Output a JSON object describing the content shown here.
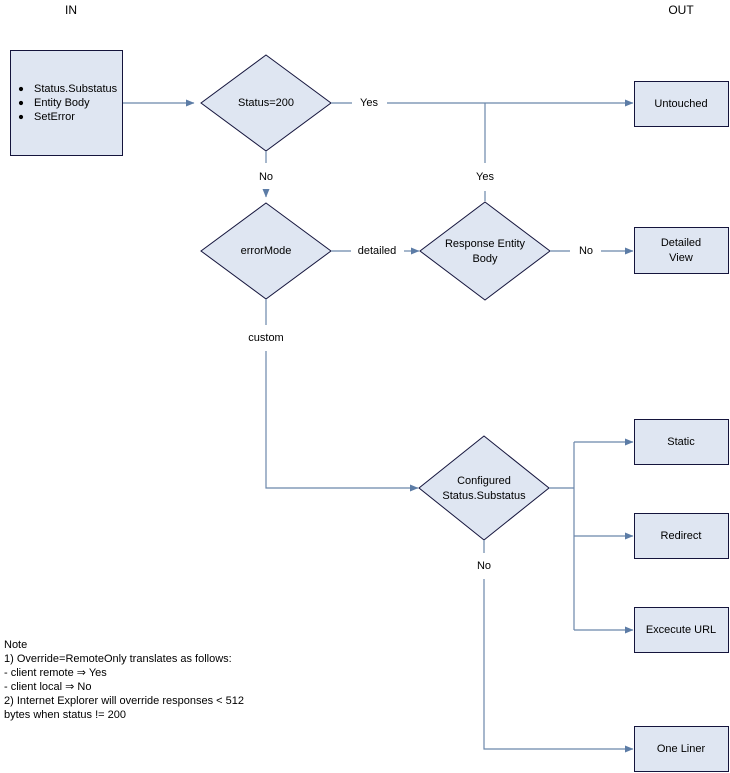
{
  "columns": {
    "in_label": "IN",
    "out_label": "OUT"
  },
  "input_node": {
    "name": "input-parameters",
    "items": [
      "Status.Substatus",
      "Entity Body",
      "SetError"
    ]
  },
  "decisions": [
    {
      "id": "status-200",
      "label": "Status=200"
    },
    {
      "id": "error-mode",
      "label": "errorMode"
    },
    {
      "id": "response-entity-body",
      "label_line1": "Response Entity",
      "label_line2": "Body"
    },
    {
      "id": "configured-status-substatus",
      "label_line1": "Configured",
      "label_line2": "Status.Substatus"
    }
  ],
  "outputs": [
    {
      "id": "untouched",
      "label": "Untouched"
    },
    {
      "id": "detailed-view",
      "label_line1": "Detailed",
      "label_line2": "View"
    },
    {
      "id": "static",
      "label": "Static"
    },
    {
      "id": "redirect",
      "label": "Redirect"
    },
    {
      "id": "excecute-url",
      "label": "Excecute URL"
    },
    {
      "id": "one-liner",
      "label": "One Liner"
    }
  ],
  "edge_labels": {
    "status200_yes": "Yes",
    "status200_no": "No",
    "untouched_branch_yes": "Yes",
    "errormode_detailed": "detailed",
    "errormode_custom": "custom",
    "response_entity_no": "No",
    "configured_no": "No"
  },
  "note": {
    "title": "Note",
    "lines": [
      "1) Override=RemoteOnly translates as follows:",
      "- client remote ⇒ Yes",
      "- client local ⇒ No",
      "2) Internet Explorer will override responses < 512",
      "bytes when status != 200"
    ]
  },
  "colors": {
    "node_fill": "#dfe6f2",
    "node_stroke": "#14143c",
    "edge": "#6b87ab",
    "arrow": "#5c7ca6",
    "background": "#ffffff"
  }
}
